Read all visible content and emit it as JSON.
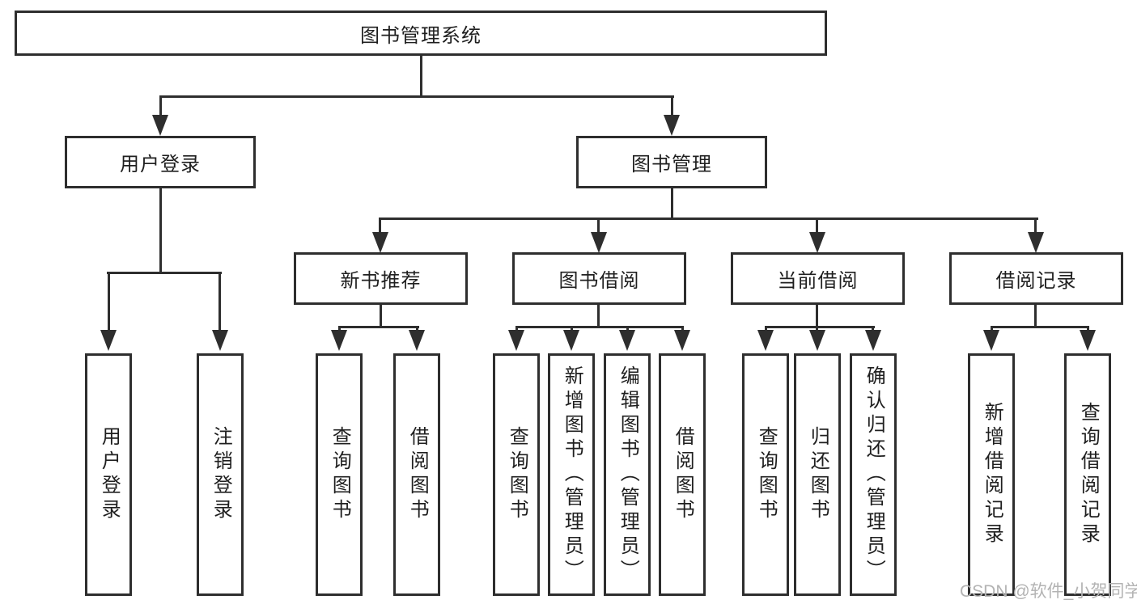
{
  "nodes": {
    "root": "图书管理系统",
    "userLogin": "用户登录",
    "bookManagement": "图书管理",
    "newBookRecommend": "新书推荐",
    "bookBorrow": "图书借阅",
    "currentBorrow": "当前借阅",
    "borrowRecords": "借阅记录",
    "leafUserLogin": "用户登录",
    "leafLogout": "注销登录",
    "leafQueryBook1": "查询图书",
    "leafBorrowBook1": "借阅图书",
    "leafQueryBook2": "查询图书",
    "leafAddBookAdmin": "新增图书（管理员）",
    "leafEditBookAdmin": "编辑图书（管理员）",
    "leafBorrowBook2": "借阅图书",
    "leafQueryBook3": "查询图书",
    "leafReturnBook": "归还图书",
    "leafConfirmReturnAdmin": "确认归还（管理员）",
    "leafAddBorrowRecord": "新增借阅记录",
    "leafQueryBorrowRecord": "查询借阅记录"
  },
  "watermark": "CSDN @软件_小贺同学",
  "colors": {
    "line": "#2e2e2e",
    "text": "#1f1f1f",
    "watermark": "#b3b3b3",
    "background": "#ffffff"
  }
}
